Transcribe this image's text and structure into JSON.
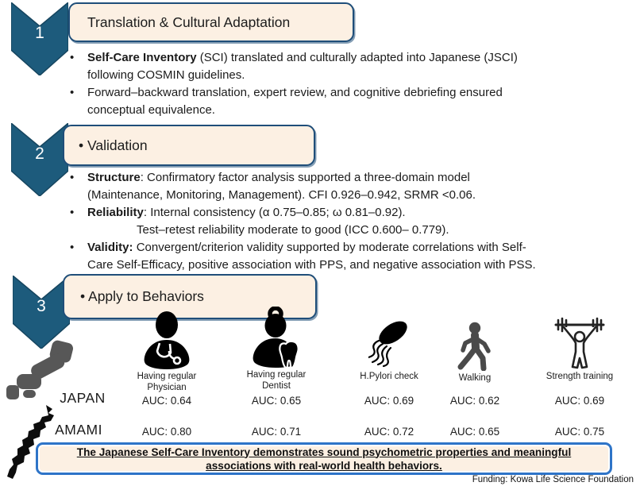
{
  "bullet_char": "•",
  "steps": [
    {
      "number": "1",
      "title": "Translation & Cultural Adaptation",
      "bullets": [
        {
          "bold": "Self-Care Inventory",
          "l1": " (SCI) translated and culturally adapted into Japanese (JSCI)",
          "l2": "following COSMIN guidelines."
        },
        {
          "bold": "",
          "l1": "Forward–backward translation, expert review, and cognitive debriefing ensured",
          "l2": "conceptual equivalence."
        }
      ]
    },
    {
      "number": "2",
      "title": "• Validation",
      "bullets": [
        {
          "bold": "Structure",
          "l1": ": Confirmatory factor analysis supported a three-domain model",
          "l2": "(Maintenance, Monitoring, Management). CFI 0.926–0.942, SRMR <0.06."
        },
        {
          "bold": "Reliability",
          "l1": ": Internal consistency (α 0.75–0.85; ω 0.81–0.92).",
          "l2": "Test–retest reliability moderate to good (ICC 0.600– 0.779)."
        },
        {
          "bold": "Validity:",
          "l1": " Convergent/criterion validity supported by moderate correlations with Self-",
          "l2": "Care Self-Efficacy, positive association with PPS, and negative association with PSS."
        }
      ]
    },
    {
      "number": "3",
      "title": "• Apply to Behaviors"
    }
  ],
  "behaviors": {
    "row_labels": {
      "japan": "JAPAN",
      "amami": "AMAMI"
    },
    "columns": [
      {
        "icon": "physician-icon",
        "label": "Having regular Physician",
        "japan": "AUC: 0.64",
        "amami": "AUC: 0.80"
      },
      {
        "icon": "dentist-icon",
        "label": "Having regular Dentist",
        "japan": "AUC: 0.65",
        "amami": "AUC: 0.71"
      },
      {
        "icon": "hpylori-icon",
        "label": "H.Pylori check",
        "japan": "AUC: 0.69",
        "amami": "AUC: 0.72"
      },
      {
        "icon": "walking-icon",
        "label": "Walking",
        "japan": "AUC: 0.62",
        "amami": "AUC: 0.65"
      },
      {
        "icon": "strength-icon",
        "label": "Strength training",
        "japan": "AUC: 0.69",
        "amami": "AUC: 0.75"
      }
    ]
  },
  "conclusion": "The Japanese Self-Care Inventory demonstrates sound psychometric properties and meaningful associations with real-world health behaviors.",
  "funding": "Funding: Kowa Life Science Foundation",
  "colors": {
    "chevron": "#1D5B7C",
    "header_fill": "#FCF0E3",
    "header_border": "#1F4E79",
    "conclusion_border": "#2E74C8",
    "map_gray": "#575757",
    "walking_gray": "#4A4A4A"
  }
}
